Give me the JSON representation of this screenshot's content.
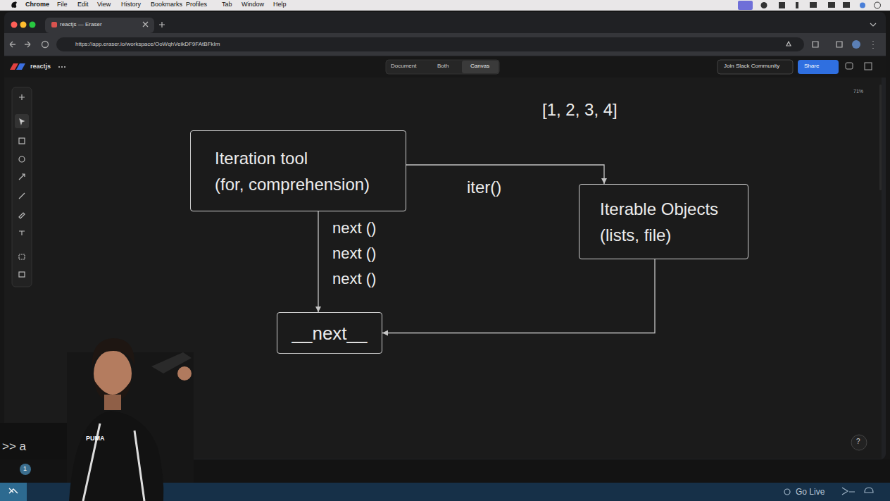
{
  "diagram": {
    "nodes": [
      {
        "text": [
          "Iteration tool",
          "(for, comprehension)"
        ]
      },
      {
        "text": [
          "Iterable Objects",
          "(lists, file)"
        ]
      },
      {
        "text": [
          "__next__"
        ]
      }
    ],
    "edges": [
      {
        "from": 0,
        "to": 1,
        "arrow": "to",
        "label": "iter()"
      },
      {
        "from": 0,
        "to": 2,
        "arrow": "to"
      },
      {
        "from": 1,
        "to": 2,
        "arrow": "to"
      }
    ],
    "labels": [
      "Chrome",
      "File",
      "Edit",
      "View",
      "History",
      "Bookmarks",
      "Profiles",
      "Tab",
      "Window",
      "Help",
      "reactjs — Eraser",
      "https://app.eraser.io/workspace/OoWqhVeikDF9FAtBFkIm",
      "reactjs",
      "Document",
      "Both",
      "Canvas",
      "Join Slack Community",
      "Share",
      "71%",
      "[1, 2, 3, 4]",
      "next ()",
      "next ()",
      "next ()",
      ">> a",
      "1",
      "?",
      "Go Live",
      "PUMA"
    ]
  }
}
